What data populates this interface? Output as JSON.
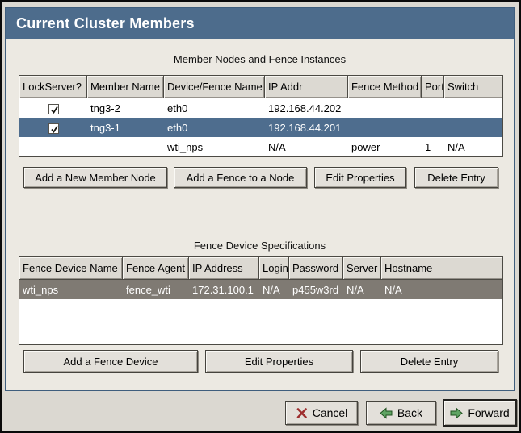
{
  "window": {
    "title": "Current Cluster Members"
  },
  "members": {
    "caption": "Member Nodes and Fence Instances",
    "columns": [
      "LockServer?",
      "Member Name",
      "Device/Fence Name",
      "IP Addr",
      "Fence Method",
      "Port",
      "Switch"
    ],
    "rows": [
      {
        "lockserver": true,
        "member_name": "tng3-2",
        "device": "eth0",
        "ip": "192.168.44.202",
        "method": "",
        "port": "",
        "switch": "",
        "selected": false
      },
      {
        "lockserver": true,
        "member_name": "tng3-1",
        "device": "eth0",
        "ip": "192.168.44.201",
        "method": "",
        "port": "",
        "switch": "",
        "selected": true
      },
      {
        "member_name": "",
        "device": "wti_nps",
        "ip": "N/A",
        "method": "power",
        "port": "1",
        "switch": "N/A",
        "selected": false
      }
    ],
    "buttons": [
      "Add a New Member Node",
      "Add a Fence to a Node",
      "Edit Properties",
      "Delete Entry"
    ]
  },
  "fence_devices": {
    "caption": "Fence Device Specifications",
    "columns": [
      "Fence Device Name",
      "Fence Agent",
      "IP Address",
      "Login",
      "Password",
      "Server",
      "Hostname"
    ],
    "rows": [
      {
        "name": "wti_nps",
        "agent": "fence_wti",
        "ip": "172.31.100.1",
        "login": "N/A",
        "password": "p455w3rd",
        "server": "N/A",
        "hostname": "N/A",
        "selected": true
      }
    ],
    "buttons": [
      "Add a Fence Device",
      "Edit Properties",
      "Delete Entry"
    ]
  },
  "footer": {
    "cancel": {
      "initial": "C",
      "rest": "ancel"
    },
    "back": {
      "initial": "B",
      "rest": "ack"
    },
    "forward": {
      "initial": "F",
      "rest": "orward"
    }
  },
  "icons": {
    "cancel": "red-x-icon",
    "back": "green-left-arrow-icon",
    "forward": "green-right-arrow-icon",
    "lockserver": "checked-checkbox-icon"
  },
  "colors": {
    "titlebar": "#4d6c8c",
    "selection_active": "#4e6d8e",
    "selection_inactive": "#7f7a73",
    "panel_bg": "#ece9e2",
    "frame_bg": "#dbd8d1",
    "button_face": "#e3e0da"
  }
}
